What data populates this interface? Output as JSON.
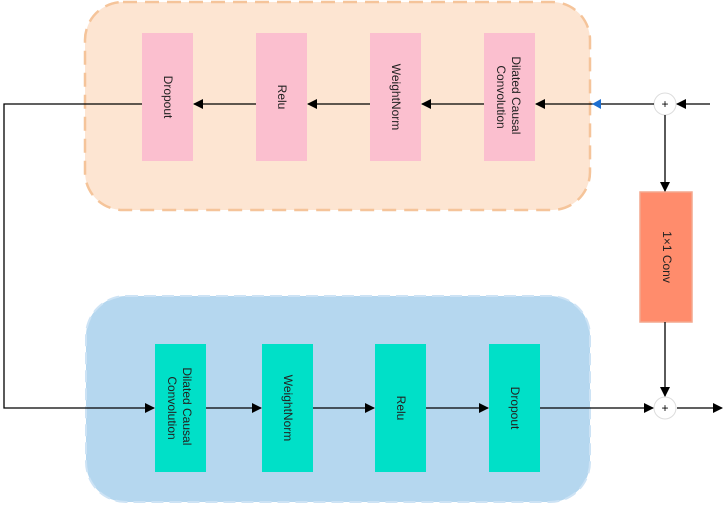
{
  "top_block": {
    "boxes": [
      {
        "label_lines": [
          "Dilated Causal",
          "Convolution"
        ]
      },
      {
        "label_lines": [
          "WeightNorm"
        ]
      },
      {
        "label_lines": [
          "Relu"
        ]
      },
      {
        "label_lines": [
          "Dropout"
        ]
      }
    ]
  },
  "bottom_block": {
    "boxes": [
      {
        "label_lines": [
          "Dilated Causal",
          "Convolution"
        ]
      },
      {
        "label_lines": [
          "WeightNorm"
        ]
      },
      {
        "label_lines": [
          "Relu"
        ]
      },
      {
        "label_lines": [
          "Dropout"
        ]
      }
    ]
  },
  "conv_box": {
    "label": "1×1 Conv"
  },
  "adders": {
    "top": "+",
    "bottom": "+"
  },
  "colors": {
    "top_panel_fill": "#fde5d2",
    "top_panel_stroke": "#f5c49a",
    "bottom_panel_fill": "#b5d7ef",
    "bottom_panel_stroke": "#cde3f5",
    "pink_box": "#fbbfcf",
    "teal_box": "#00e0c8",
    "conv_box": "#ff8c6c",
    "conv_stroke": "#f4a78d",
    "line": "#000000",
    "accent_arrow": "#1e6fd0"
  }
}
